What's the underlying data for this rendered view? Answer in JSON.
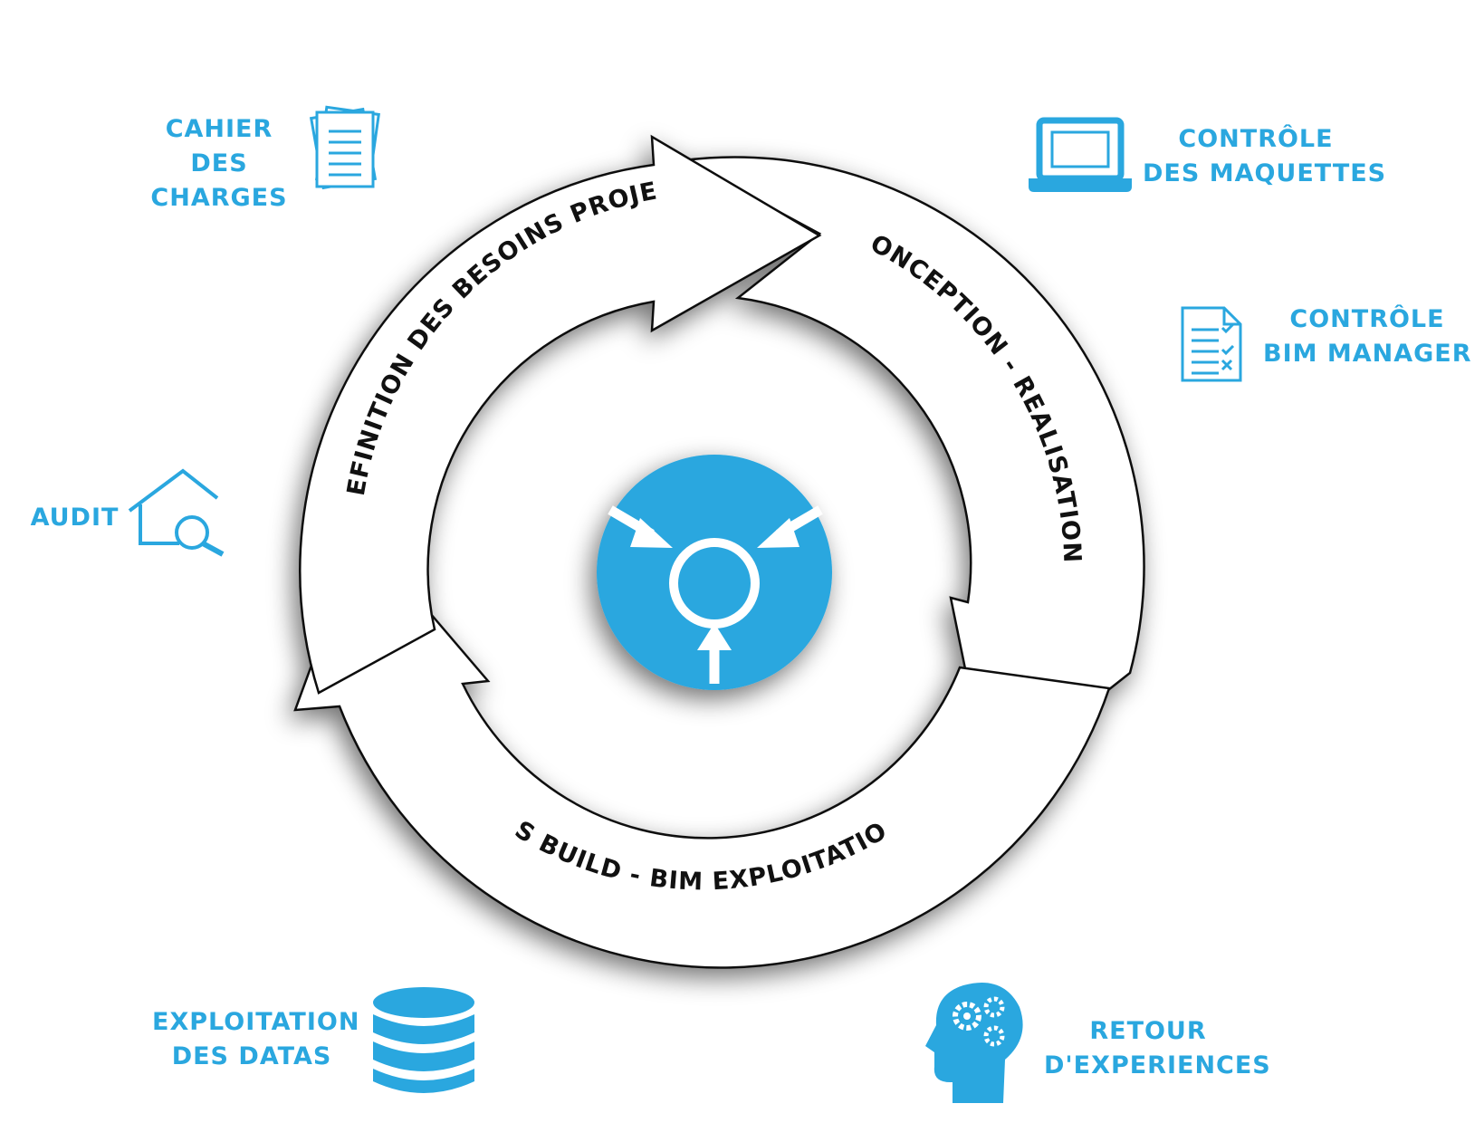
{
  "colors": {
    "accent": "#2aa7df",
    "ink": "#111111",
    "arrow_fill": "#ffffff"
  },
  "cycle": {
    "top_left": "DEFINITION DES BESOINS PROJET",
    "right": "CONCEPTION - REALISATION",
    "bottom": "AS BUILD - BIM EXPLOITATION"
  },
  "items": {
    "cahier": [
      "CAHIER",
      "DES",
      "CHARGES"
    ],
    "controle_maquettes": [
      "CONTRÔLE",
      "DES MAQUETTES"
    ],
    "controle_bim": [
      "CONTRÔLE",
      "BIM MANAGER"
    ],
    "audit": [
      "AUDIT"
    ],
    "exploitation": [
      "EXPLOITATION",
      "DES DATAS"
    ],
    "retour": [
      "RETOUR",
      "D'EXPERIENCES"
    ]
  },
  "icons": {
    "center": "convergence-icon",
    "cahier": "documents-stack-icon",
    "controle_maquettes": "laptop-icon",
    "controle_bim": "checklist-icon",
    "audit": "house-search-icon",
    "exploitation": "database-icon",
    "retour": "head-gears-icon"
  }
}
